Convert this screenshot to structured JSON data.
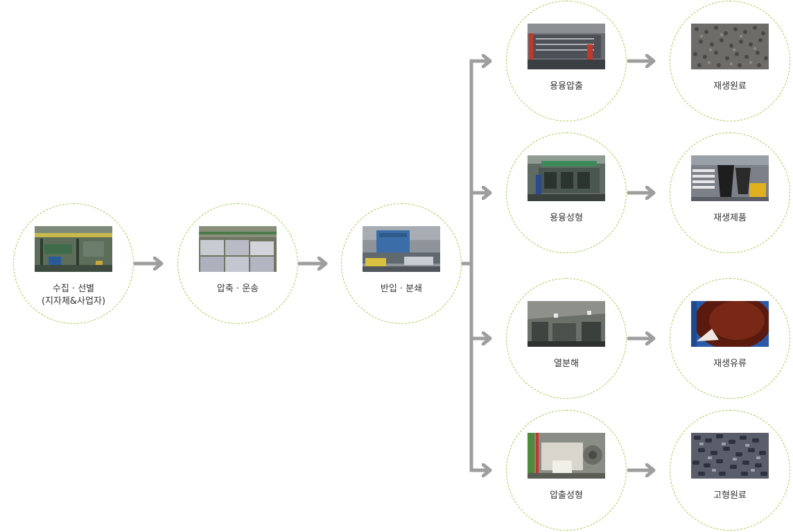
{
  "colors": {
    "circle_border": "#a6c952",
    "arrow": "#9e9e9e",
    "label_text": "#333333"
  },
  "nodes": {
    "collect": {
      "label": "수집 · 선별",
      "sublabel": "(지자체&사업자)",
      "photo_icon": "recycling-center-photo"
    },
    "compress": {
      "label": "압축 · 운송",
      "photo_icon": "compressed-bales-photo"
    },
    "crush": {
      "label": "반입 · 분쇄",
      "photo_icon": "crusher-machine-photo"
    },
    "melt_ext": {
      "label": "용융압출",
      "photo_icon": "extruder-photo"
    },
    "melt_mold": {
      "label": "용융성형",
      "photo_icon": "molding-line-photo"
    },
    "pyrolysis": {
      "label": "열분해",
      "photo_icon": "pyrolysis-plant-photo"
    },
    "ext_mold": {
      "label": "압출성형",
      "photo_icon": "extrusion-molder-photo"
    },
    "material": {
      "label": "재생원료",
      "photo_icon": "pellets-photo"
    },
    "product": {
      "label": "재생제품",
      "photo_icon": "recycled-products-photo"
    },
    "oil": {
      "label": "재생유류",
      "photo_icon": "recycled-oil-photo"
    },
    "solid": {
      "label": "고형원료",
      "photo_icon": "solid-fuel-photo"
    }
  }
}
